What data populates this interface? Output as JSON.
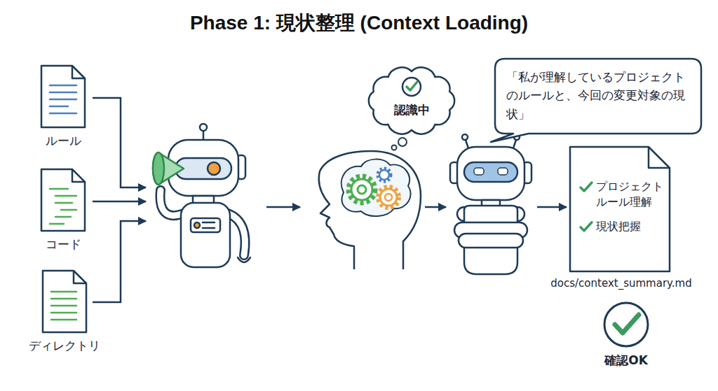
{
  "diagram": {
    "title": "Phase 1: 現状整理 (Context Loading)",
    "nodes": [
      {
        "text": [
          "ルール"
        ]
      },
      {
        "text": [
          "コード"
        ]
      },
      {
        "text": [
          "ディレクトリ"
        ]
      },
      {
        "text": [
          "認識中"
        ]
      },
      {
        "text": [
          "「私が理解しているプロジェクトのルールと、今回の変更対象の現状」"
        ]
      },
      {
        "text": [
          "プロジェクトルール理解",
          "現状把握",
          "docs/context_summary.md"
        ]
      },
      {
        "text": [
          "確認OK"
        ]
      }
    ]
  }
}
